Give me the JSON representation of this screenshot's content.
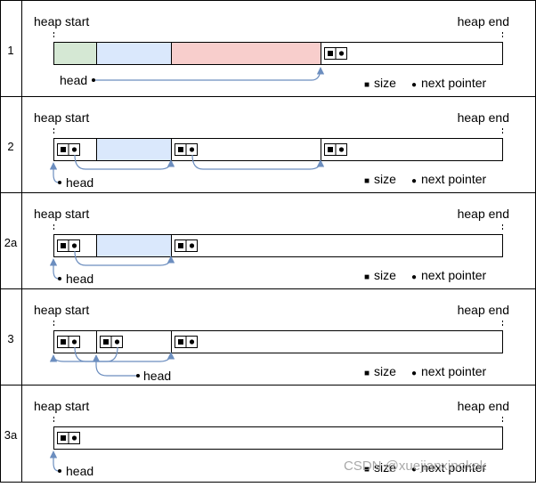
{
  "colors": {
    "border": "#000000",
    "used_green": "#d5e8d4",
    "used_blue": "#dae8fc",
    "used_red": "#f8cecc",
    "arrow": "#6c8ebf",
    "background": "#ffffff"
  },
  "labels": {
    "heap_start": "heap start",
    "heap_end": "heap end",
    "head": "head",
    "size_legend": "size",
    "next_pointer_legend": "next pointer",
    "size_glyph": "■",
    "pointer_glyph": "●"
  },
  "rows": [
    {
      "id": "1"
    },
    {
      "id": "2"
    },
    {
      "id": "2a"
    },
    {
      "id": "3"
    },
    {
      "id": "3a"
    }
  ],
  "watermark": "CSDN @xuejianxinokok"
}
